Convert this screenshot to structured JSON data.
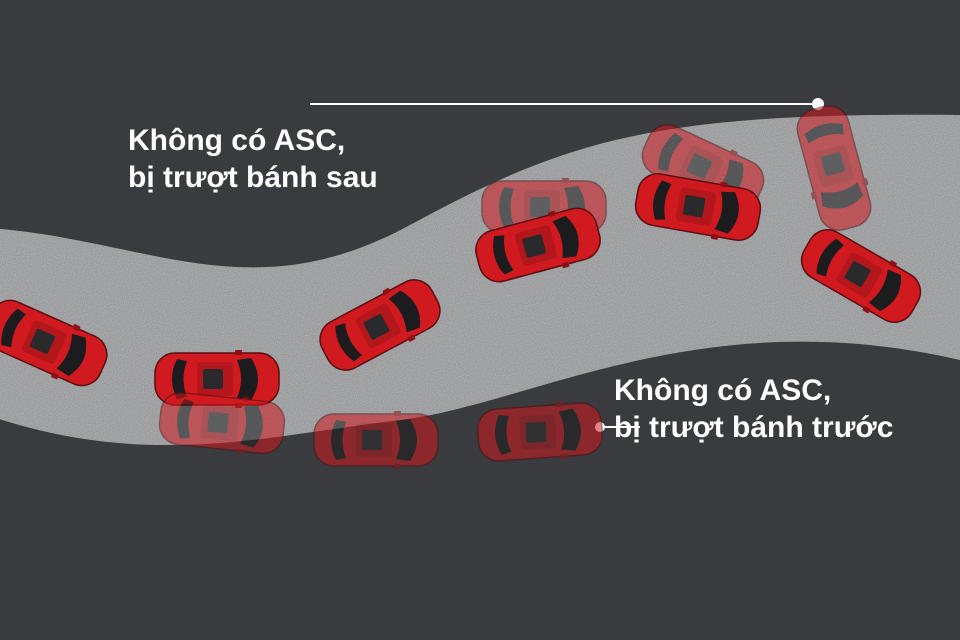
{
  "labels": {
    "rear_slip": {
      "line1": "Không có ASC,",
      "line2": "bị trượt bánh sau"
    },
    "front_slip": {
      "line1": "Không có ASC,",
      "line2": "bị trượt bánh trước"
    }
  },
  "colors": {
    "background": "#3a3b3e",
    "road": "#8a8b8d",
    "car_body": "#d01a1f",
    "car_ghost": "#c0504a",
    "callout_line": "#ffffff"
  }
}
